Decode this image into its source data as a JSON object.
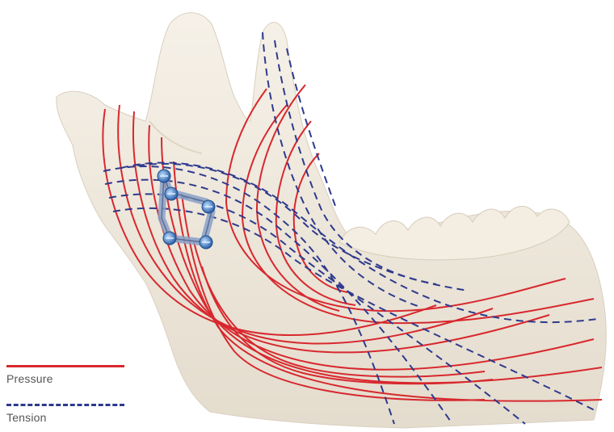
{
  "legend": {
    "pressure": {
      "label": "Pressure",
      "color": "#d8282e",
      "style": "solid"
    },
    "tension": {
      "label": "Tension",
      "color": "#2e3a8c",
      "style": "dashed"
    }
  },
  "illustration": {
    "subject": "mandible-with-fixation-plate",
    "bone_color": "#efe8dc",
    "plate_color": "#8aa0c8",
    "screw_color": "#3f7fd0"
  }
}
